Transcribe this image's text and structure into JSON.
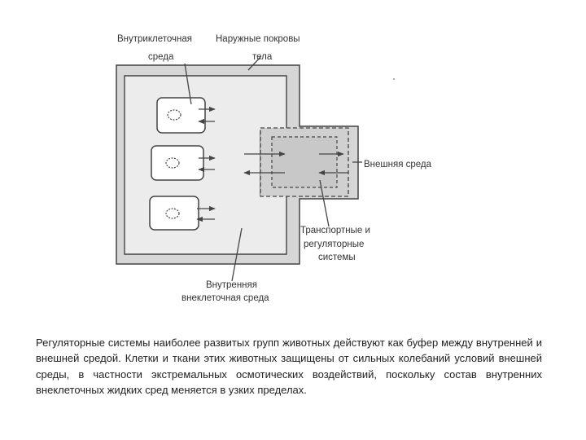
{
  "diagram": {
    "labels": {
      "intracellular_line1": "Внутриклеточная",
      "intracellular_line2": "среда",
      "integument_line1": "Наружные покровы",
      "integument_line2": "тела",
      "external": "Внешняя среда",
      "transport_line1": "Транспортные и",
      "transport_line2": "регуляторные",
      "transport_line3": "системы",
      "internal_line1": "Внутренняя",
      "internal_line2": "внеклеточная среда"
    },
    "colors": {
      "background": "#ffffff",
      "body_fill": "#d6d6d6",
      "cell_fill": "#ffffff",
      "line": "#444444"
    }
  },
  "caption": {
    "text": "Регуляторные системы наиболее развитых групп животных действуют как буфер между внутренней и внешней средой. Клетки и ткани этих животных защищены от сильных колебаний условий внешней среды, в частности экстремальных осмотических воздействий, поскольку состав внутренних внеклеточных жидких сред меняется в узких пределах."
  }
}
